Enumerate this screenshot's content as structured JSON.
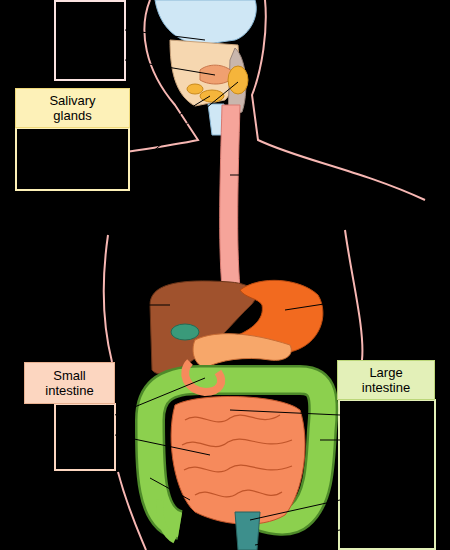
{
  "diagram": {
    "nodes": [
      {
        "text": [
          "Salivary glands"
        ]
      },
      {
        "text": [
          "Small intestine"
        ]
      },
      {
        "text": [
          "Large intestine"
        ]
      }
    ]
  }
}
